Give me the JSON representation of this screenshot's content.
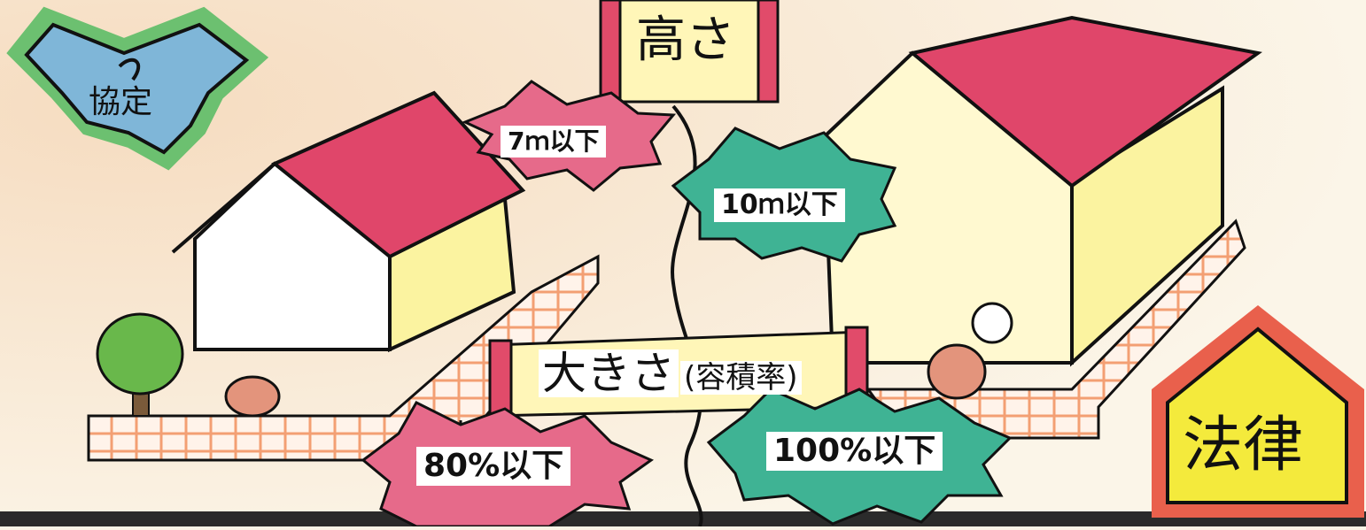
{
  "labels": {
    "height_title": "高さ",
    "size_title": "大きさ",
    "size_sub": "(容積率)",
    "agreement_height": "7ｍ以下",
    "law_height": "10ｍ以下",
    "agreement_size": "80%以下",
    "law_size": "100%以下",
    "agreement_badge": "協定",
    "law_badge": "法律"
  },
  "colors": {
    "roof": "#e0466a",
    "wall": "#fbf3a0",
    "paving_grid": "#f08a55",
    "agreement_burst": "#e66a8a",
    "law_burst": "#3fb394",
    "agreement_badge_fill": "#7fb6d8",
    "agreement_badge_border": "#6cc070",
    "law_badge_fill": "#f4ea3c",
    "law_badge_border": "#e9604c",
    "scroll_fill": "#fff6b8",
    "scroll_end": "#e14b6a",
    "tree": "#69b84b",
    "pig": "#e3947c",
    "ground": "#2b2b2b"
  },
  "icons": [
    "handshake-icon",
    "house-icon",
    "tree-icon",
    "pig-icon",
    "scroll-banner-icon"
  ]
}
